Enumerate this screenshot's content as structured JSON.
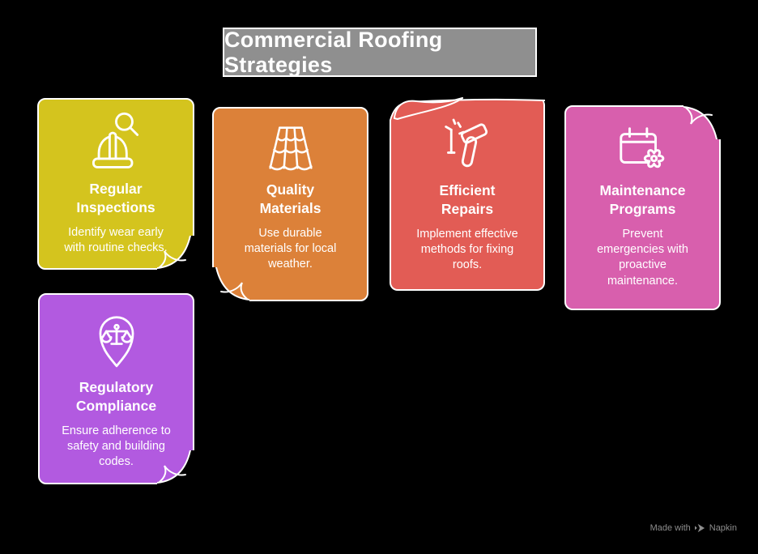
{
  "page": {
    "background": "#000000"
  },
  "header": {
    "title": "Commercial Roofing Strategies",
    "bg": "#8f8f8f",
    "border": "#ffffff"
  },
  "cards": [
    {
      "id": "regular-inspections",
      "title": "Regular\nInspections",
      "body": "Identify wear early\nwith routine checks.",
      "color": "#d4c41e",
      "icon": "hardhat-magnifier-icon",
      "curl": "bottom-right"
    },
    {
      "id": "quality-materials",
      "title": "Quality\nMaterials",
      "body": "Use durable\nmaterials for local\nweather.",
      "color": "#dc8139",
      "icon": "roof-tiles-icon",
      "curl": "bottom-left"
    },
    {
      "id": "efficient-repairs",
      "title": "Efficient\nRepairs",
      "body": "Implement effective\nmethods for fixing\nroofs.",
      "color": "#e25c55",
      "icon": "hammer-nail-icon",
      "curl": "top-left"
    },
    {
      "id": "maintenance-programs",
      "title": "Maintenance\nPrograms",
      "body": "Prevent\nemergencies with\nproactive\nmaintenance.",
      "color": "#d85fad",
      "icon": "calendar-gear-icon",
      "curl": "top-right"
    },
    {
      "id": "regulatory-compliance",
      "title": "Regulatory\nCompliance",
      "body": "Ensure adherence to\nsafety and building\ncodes.",
      "color": "#b25ae0",
      "icon": "scales-pin-icon",
      "curl": "bottom-right"
    }
  ],
  "footer": {
    "made_with": "Made with",
    "brand": "Napkin",
    "text_color": "#8d8d8d"
  }
}
